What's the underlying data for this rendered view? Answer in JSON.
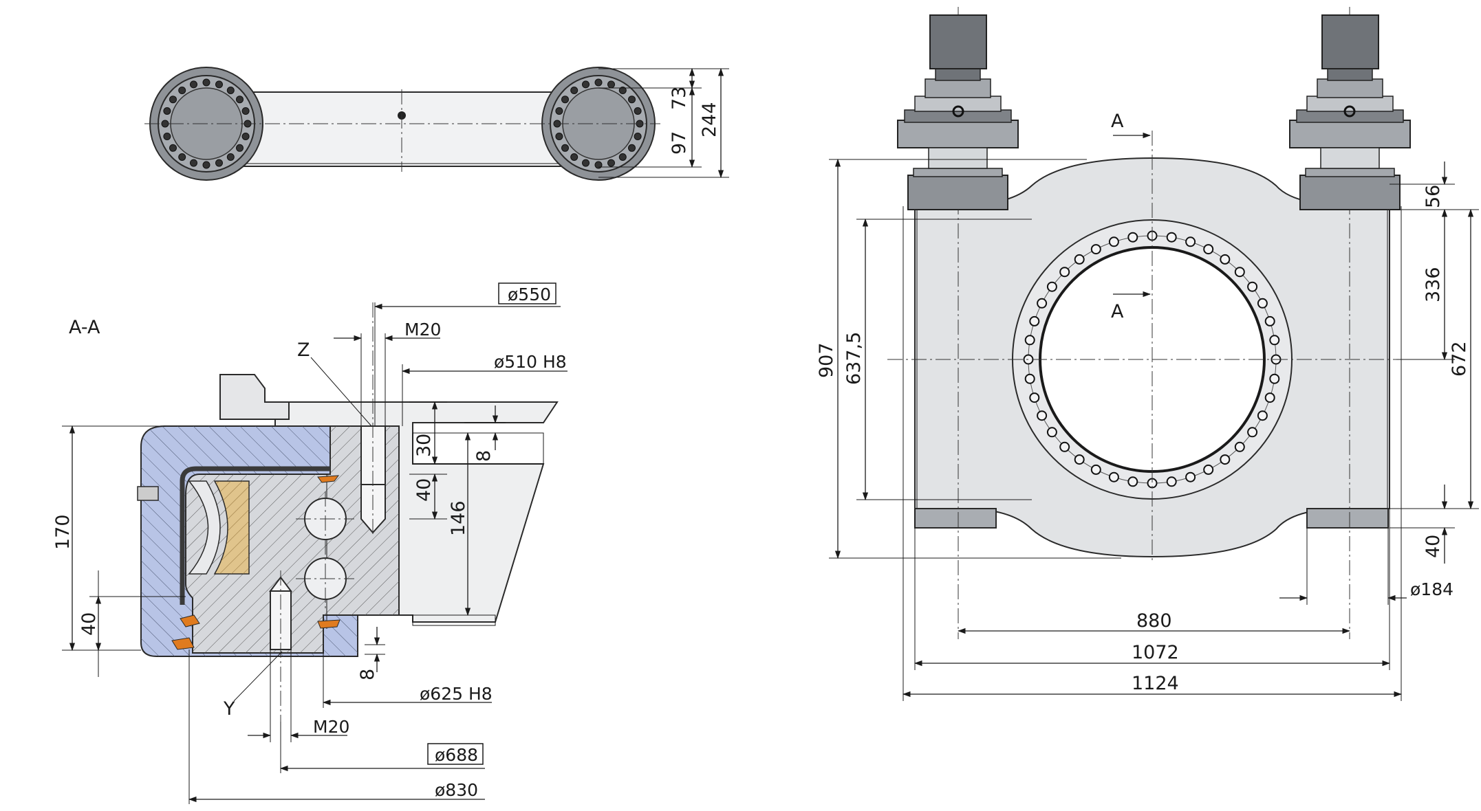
{
  "section_label": "A-A",
  "section_marker": "A",
  "detail_labels": {
    "z": "Z",
    "y": "Y"
  },
  "top_view_dims": {
    "d73": "73",
    "d97": "97",
    "d244": "244"
  },
  "section_dims": {
    "d550": "ø550",
    "m20_top": "M20",
    "d510": "ø510 H8",
    "d30": "30",
    "d8_top": "8",
    "d40_mid": "40",
    "d146": "146",
    "d170": "170",
    "d40_left": "40",
    "d8_bottom": "8",
    "d625": "ø625 H8",
    "m20_bottom": "M20",
    "d688": "ø688",
    "d830": "ø830"
  },
  "main_view_dims": {
    "d907": "907",
    "d637": "637,5",
    "d56": "56",
    "d336": "336",
    "d672": "672",
    "d40": "40",
    "d184": "ø184",
    "d880": "880",
    "d1072": "1072",
    "d1124": "1124"
  },
  "colors": {
    "housing_blue": "#b8c4e6",
    "ring_grey": "#d6d8dc",
    "roller_tan": "#e0c48c",
    "seal_orange": "#e07b1f",
    "body_grey": "#e1e3e5",
    "motor_dark": "#6f7378"
  }
}
